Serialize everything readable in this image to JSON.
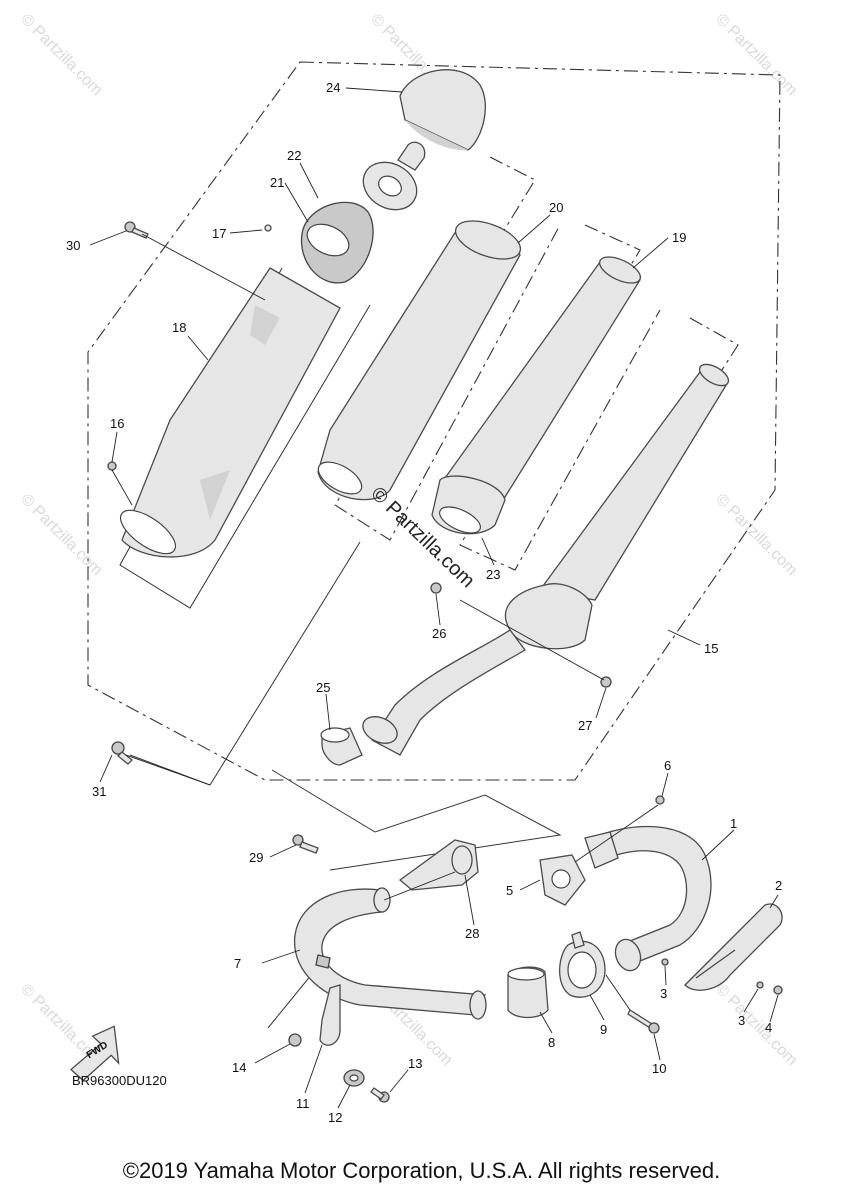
{
  "watermark": "© Partzilla.com",
  "diagram_code": "BR96300DU120",
  "fwd_label": "FWD",
  "copyright": "©2019 Yamaha Motor Corporation, U.S.A. All rights reserved.",
  "callouts": {
    "c1": "1",
    "c2": "2",
    "c3a": "3",
    "c3b": "3",
    "c4": "4",
    "c5": "5",
    "c6": "6",
    "c7": "7",
    "c8": "8",
    "c9": "9",
    "c10": "10",
    "c11": "11",
    "c12": "12",
    "c13": "13",
    "c14": "14",
    "c15": "15",
    "c16": "16",
    "c17": "17",
    "c18": "18",
    "c19": "19",
    "c20": "20",
    "c21": "21",
    "c22": "22",
    "c23": "23",
    "c24": "24",
    "c25": "25",
    "c26": "26",
    "c27": "27",
    "c28": "28",
    "c29": "29",
    "c30": "30",
    "c31": "31"
  }
}
